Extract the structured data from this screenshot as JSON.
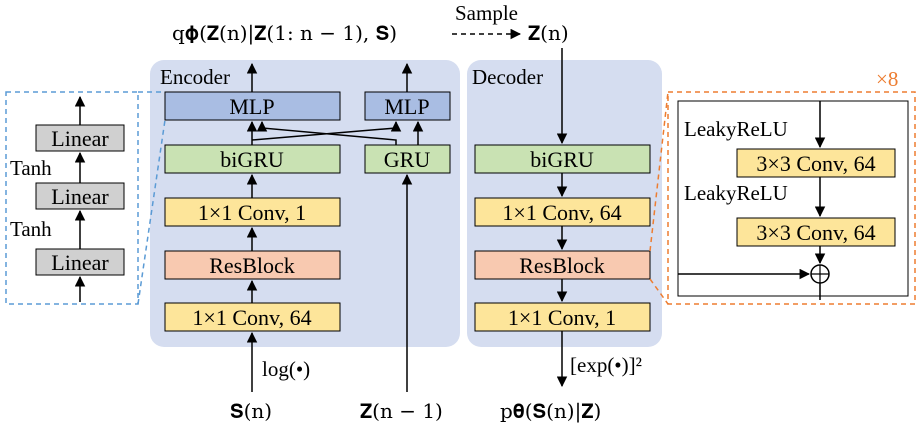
{
  "top": {
    "posterior": "q𝛟(𝐙(n)|𝐙(1: n − 1), 𝐒)",
    "sample_label": "Sample",
    "z_n": "𝐙(n)"
  },
  "encoder": {
    "title": "Encoder",
    "mlp_left": "MLP",
    "mlp_right": "MLP",
    "bigru": "biGRU",
    "gru": "GRU",
    "conv1": "1×1 Conv, 1",
    "resblock": "ResBlock",
    "conv64": "1×1 Conv, 64",
    "log_label": "log(•)"
  },
  "decoder": {
    "title": "Decoder",
    "bigru": "biGRU",
    "conv64": "1×1 Conv, 64",
    "resblock": "ResBlock",
    "conv1": "1×1 Conv, 1",
    "exp_label": "[exp(•)]²"
  },
  "inputs": {
    "s_n": "𝐒(n)",
    "z_prev": "𝐙(n − 1)"
  },
  "output": {
    "likelihood": "p𝛉(𝐒(n)|𝐙)"
  },
  "mlp_detail": {
    "linear_top": "Linear",
    "tanh_1": "Tanh",
    "linear_mid": "Linear",
    "tanh_2": "Tanh",
    "linear_bottom": "Linear"
  },
  "resblock_detail": {
    "repeat": "×8",
    "leaky_1": "LeakyReLU",
    "conv_1": "3×3 Conv, 64",
    "leaky_2": "LeakyReLU",
    "conv_2": "3×3 Conv, 64"
  },
  "colors": {
    "panel": "#d5ddf0",
    "mlp": "#a9bde3",
    "gru": "#c9e2b3",
    "conv": "#fde59a",
    "resblock": "#f8c9b0",
    "linear": "#d0d0d0",
    "blue_dash": "#5b9bd5",
    "orange_dash": "#ed7d31"
  }
}
